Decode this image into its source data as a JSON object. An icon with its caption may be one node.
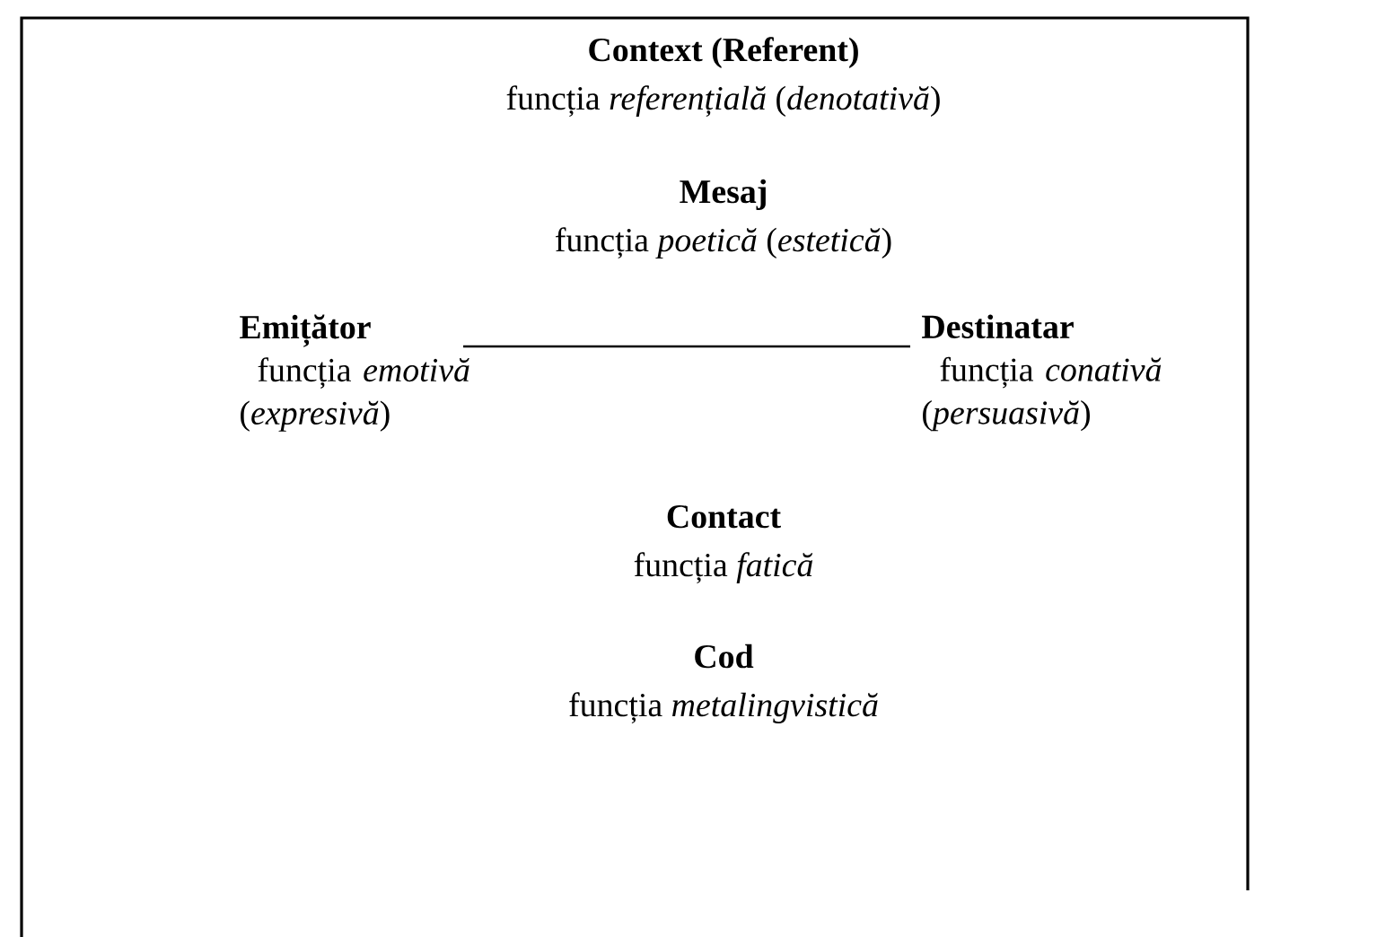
{
  "diagram": {
    "nodes": [
      {
        "text": [
          "Emițător",
          "funcția *emotivă* (*expresivă*)"
        ]
      },
      {
        "text": [
          "Destinatar",
          "funcția *conativă* (*persuasivă*)"
        ]
      }
    ],
    "edges": [
      {
        "from": 0,
        "to": 1,
        "arrow": "none"
      }
    ],
    "labels": [
      "Context (Referent)",
      "funcția *referențială* (*denotativă*)",
      "Mesaj",
      "funcția *poetică* (*estetică*)",
      "Contact",
      "funcția *fatică*",
      "Cod",
      "funcția *metalingvistică*"
    ]
  }
}
